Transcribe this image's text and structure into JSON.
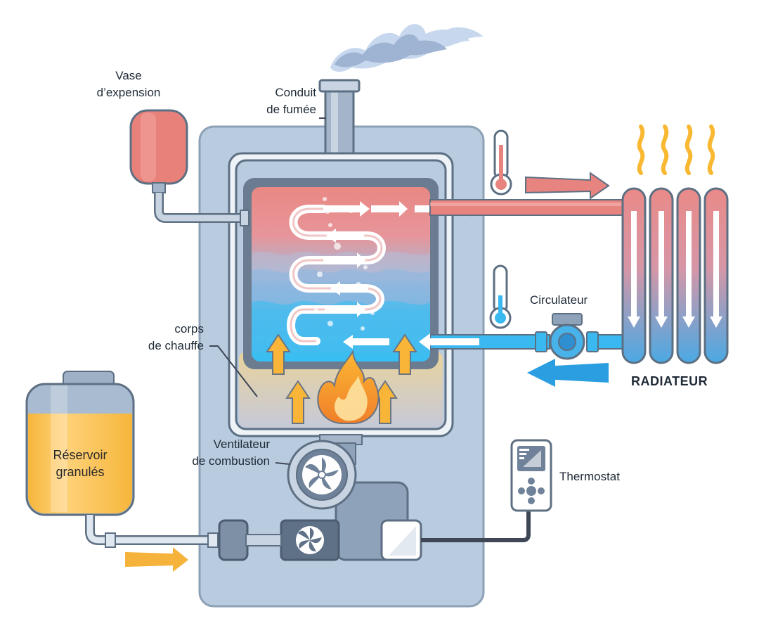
{
  "labels": {
    "expansion_vessel": [
      "Vase",
      "d’expension"
    ],
    "flue": [
      "Conduit",
      "de fumée"
    ],
    "heating_body": [
      "corps",
      "de chauffe"
    ],
    "fan": [
      "Ventilateur",
      "de combustion"
    ],
    "circulator": "Circulateur",
    "radiator": "RADIATEUR",
    "thermostat": "Thermostat",
    "tank": [
      "Réservoir",
      "granulés"
    ]
  },
  "colors": {
    "hot": "#e88884",
    "cold": "#3ab8f0",
    "housing": "#b9cbdf",
    "frame": "#6e8093",
    "flame": "#f9b22c",
    "pellets": "#fbc256",
    "smoke": "#b8cde6"
  },
  "icons": [
    "thermometer-hot-icon",
    "thermometer-cold-icon",
    "flame-icon",
    "fan-icon",
    "smoke-icon",
    "heat-waves-icon",
    "thermostat-icon"
  ]
}
